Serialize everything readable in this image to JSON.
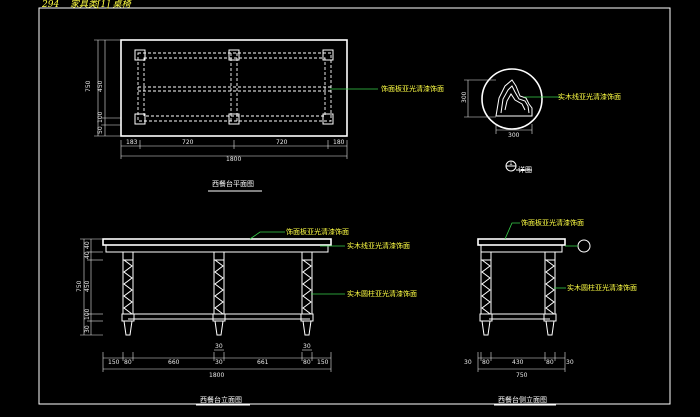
{
  "header": {
    "page_number": "294",
    "category": "家具类[1] 桌椅"
  },
  "titles": {
    "plan": "西餐台平面图",
    "front": "西餐台立面图",
    "side": "西餐台侧立面图",
    "detail": "详图",
    "detail_marker": "1"
  },
  "notes": {
    "plan_top": "饰面板亚光清漆饰面",
    "detail_inner": "实木线亚光清漆饰面",
    "front_top": "饰面板亚光清漆饰面",
    "front_edge": "实木线亚光清漆饰面",
    "front_leg": "实木圆柱亚光清漆饰面",
    "side_top": "饰面板亚光清漆饰面",
    "side_leg": "实木圆柱亚光清漆饰面"
  },
  "dims": {
    "plan_bottom": [
      "183",
      "720",
      "720",
      "180"
    ],
    "plan_total": "1800",
    "plan_left": [
      "750",
      "450",
      "100",
      "50"
    ],
    "detail_h": "300",
    "detail_w": "300",
    "front_bottom": [
      "150",
      "80",
      "660",
      "30",
      "661",
      "80",
      "150"
    ],
    "front_total": "1800",
    "front_mid_a": "30",
    "front_mid_b": "30",
    "front_left": [
      "40",
      "40",
      "750",
      "450",
      "100",
      "30"
    ],
    "side_bottom": [
      "30",
      "80",
      "430",
      "80",
      "30"
    ],
    "side_total": "750"
  }
}
